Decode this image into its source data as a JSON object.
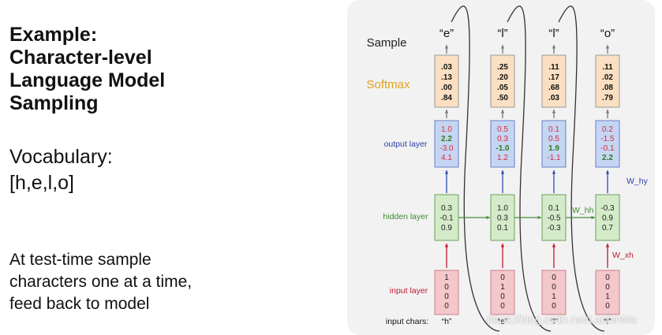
{
  "slide": {
    "title_lines": [
      "Example:",
      "Character-level",
      "Language Model",
      "Sampling"
    ],
    "vocabulary_label": "Vocabulary:",
    "vocabulary_value": "[h,e,l,o]",
    "description_lines": [
      "At test-time sample",
      "characters one at a time,",
      "feed back to model"
    ]
  },
  "diagram": {
    "row_labels": {
      "sample": "Sample",
      "softmax": "Softmax",
      "output": "output layer",
      "hidden": "hidden layer",
      "input": "input layer",
      "input_chars": "input chars:"
    },
    "weight_labels": {
      "w_hy": "W_hy",
      "w_hh": "W_hh",
      "w_xh": "W_xh"
    },
    "colors": {
      "softmax_fill": "#fbdfc2",
      "output_fill": "#c5d6f3",
      "hidden_fill": "#d4ebc9",
      "input_fill": "#f4c7ca",
      "softmax_label": "#e0a020",
      "output_label": "#2a3fa8",
      "hidden_label": "#3c8a2e",
      "input_label": "#c0192d",
      "positive": "#2f7a1f",
      "negative": "#d92a3a"
    },
    "timesteps": [
      {
        "sample": "“e”",
        "softmax": [
          ".03",
          ".13",
          ".00",
          ".84"
        ],
        "output": [
          "1.0",
          "2.2",
          "-3.0",
          "4.1"
        ],
        "output_highlight": 1,
        "hidden": [
          "0.3",
          "-0.1",
          "0.9"
        ],
        "input": [
          "1",
          "0",
          "0",
          "0"
        ],
        "input_char": "“h”"
      },
      {
        "sample": "“l”",
        "softmax": [
          ".25",
          ".20",
          ".05",
          ".50"
        ],
        "output": [
          "0.5",
          "0.3",
          "-1.0",
          "1.2"
        ],
        "output_highlight": 2,
        "hidden": [
          "1.0",
          "0.3",
          "0.1"
        ],
        "input": [
          "0",
          "1",
          "0",
          "0"
        ],
        "input_char": "“e”"
      },
      {
        "sample": "“l”",
        "softmax": [
          ".11",
          ".17",
          ".68",
          ".03"
        ],
        "output": [
          "0.1",
          "0.5",
          "1.9",
          "-1.1"
        ],
        "output_highlight": 2,
        "hidden": [
          "0.1",
          "-0.5",
          "-0.3"
        ],
        "input": [
          "0",
          "0",
          "1",
          "0"
        ],
        "input_char": "“l”"
      },
      {
        "sample": "“o”",
        "softmax": [
          ".11",
          ".02",
          ".08",
          ".79"
        ],
        "output": [
          "0.2",
          "-1.5",
          "-0.1",
          "2.2"
        ],
        "output_highlight": 3,
        "hidden": [
          "-0.3",
          "0.9",
          "0.7"
        ],
        "input": [
          "0",
          "0",
          "1",
          "0"
        ],
        "input_char": "“l”"
      }
    ]
  },
  "watermark": "https://blog.csdn.net/LachinMa"
}
